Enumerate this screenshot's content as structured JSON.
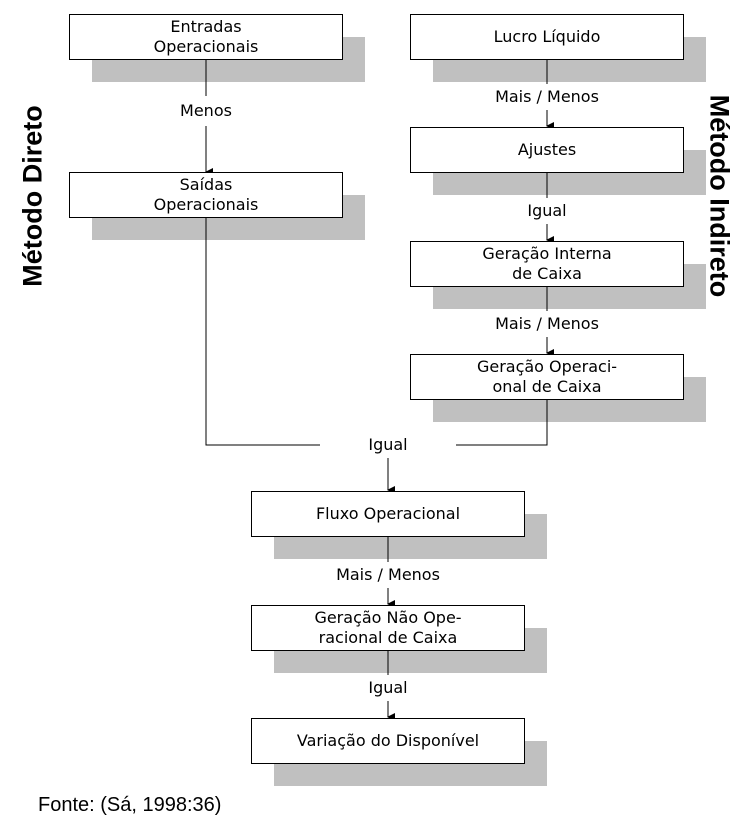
{
  "side_labels": {
    "direct": "Método Direto",
    "indirect": "Método Indireto"
  },
  "boxes": {
    "entradas": "Entradas\nOperacionais",
    "saidas": "Saídas\nOperacionais",
    "lucro": "Lucro Líquido",
    "ajustes": "Ajustes",
    "geracao_interna": "Geração Interna\nde Caixa",
    "geracao_operacional": "Geração Operaci-\nonal de Caixa",
    "fluxo": "Fluxo Operacional",
    "geracao_nao_operacional": "Geração Não Ope-\nracional de Caixa",
    "variacao": "Variação do Disponível"
  },
  "connectors": {
    "menos": "Menos",
    "mais_menos_1": "Mais / Menos",
    "igual_1": "Igual",
    "mais_menos_2": "Mais / Menos",
    "igual_merge": "Igual",
    "mais_menos_3": "Mais / Menos",
    "igual_final": "Igual"
  },
  "source": "Fonte: (Sá, 1998:36)",
  "colors": {
    "shadow": "#c0c0c0",
    "box_border": "#000000",
    "background": "#ffffff"
  }
}
